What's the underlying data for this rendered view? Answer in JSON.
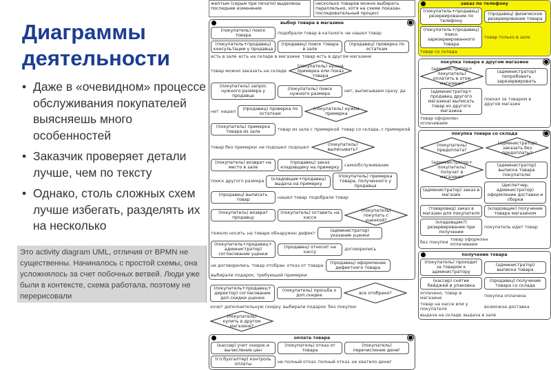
{
  "slide": {
    "title_line1": "Диаграммы",
    "title_line2": "деятельности",
    "bullets": [
      "Даже в «очевидном» процессе обслуживания покупателей выясняешь много особенностей",
      "Заказчик проверяет детали лучше, чем по тексту",
      "Однако, столь сложных схем лучше избегать, разделять их на несколько"
    ],
    "note": "Это activity diagram UML, отличия от BPMN не существенны. Начиналось с простой схемы, она усложнялось за счет побочных ветвей. Люди уже были в контексте, схема работала, поэтому не перерисовали"
  },
  "diagram": {
    "notes": [
      "желтым (серым при печати) выделены последние изменения",
      "несколько товаров можно выбирать параллельно, хотя на схеме показан последовательный процесс"
    ],
    "groups": [
      "заказ по телефону",
      "выбор товара в магазине",
      "покупка товара в другом магазине",
      "покупка товара со склада",
      "получение товара",
      "оплата товара"
    ],
    "nodes": [
      "(покупатель+продавец) резервирование по телефону",
      "(продавец) физическое резервирование товара",
      "(покупатель+продавец) поиск зарезервированного товара",
      "(покупатель) поиск товара",
      "(покупатель+продавец) консультации у продавца",
      "(продавец) поиск товара в зале",
      "(продавец) проверка по остаткам",
      "(покупатель) запрос нужного размера у продавца",
      "(покупатель) поиск нужного размера",
      "(продавец) проверка по остаткам",
      "(покупатель) примерка товара из зала",
      "(покупатель) возврат на место в зале",
      "(продавец) заказ кладовщику на примерку",
      "(кладовщик+продавец) выдача на примерку",
      "(покупатель) примерка товара, полученного у продавца",
      "(продавец) выписать товар",
      "(покупатель) возврат продавцу",
      "(покупатель) оставить на кассе",
      "(администратор) указание уценки",
      "(покупатель+продавец+ администратор) согласование уценки",
      "(продавец) относит на кассу",
      "(продавец) оформление дефектного товара",
      "(покупатель+продавец+ директор) согласование доп.скидки уценки",
      "(покупатель) просьба о доп.скидке",
      "(кассир) учет скидок и вычисление цен",
      "(покупатель) отказ от товара",
      "(покупатель) перечисление денег",
      "(гл.бухгалтер) контроль оплаты",
      "(администратор) попробовать зарезервировать",
      "(администратор+ продавец другого магазина) выписать товар из другого магазина",
      "(администратор) выписка товара покупателю",
      "(администратор) заказ в магазин",
      "(диспетчер, администратор) оформление доставки и сборки",
      "(товаровед) заказ в магазин для покупателя",
      "(кладовщик) получение товара магазином",
      "(кладовщик?) резервирование при получении",
      "(покупатель) проходит за товаром к администратору",
      "(администратор) выписка товара",
      "(кассир) снятие бейджей и упаковка",
      "(продавец) получение товара со склада"
    ],
    "decisions": [
      "(покупатель) нужна примерка или показ товара",
      "(покупатель) нужна примерка",
      "(покупатель) выписывать?",
      "(покупатель) покупать с уценкой?",
      "все отобрано?",
      "(покупатель) купить в другом магазине?",
      "(администратор+ покупатель) оплатить в этом магазине?",
      "(покупатель) предоплата?",
      "(администратор) заказать без предоплаты?",
      "(администратор+ покупатель) получат в магазине?"
    ],
    "labels": [
      "товар только в зале",
      "товар со склада",
      "подобрали товар в каталоге",
      "не нашел товар",
      "есть в зале",
      "есть на складе в магазине",
      "товар есть в другом магазине",
      "товар можно заказать на складе",
      "товар из зала с примеркой",
      "товар со склада, с примеркой",
      "товар без примерки",
      "нет, выписываем сразу",
      "да",
      "нет",
      "нашел",
      "не подошел",
      "подошел",
      "самообслуживание",
      "тяжело носить",
      "на товаре обнаружен дефект",
      "договорились",
      "не договорились",
      "товар отобран",
      "отказ от товара",
      "хочет дополнительную скидку",
      "выбирали подарок",
      "без покупки",
      "поехал за товаром в другой магазин",
      "товар оформлен оплачиваем",
      "покупатель идет товар",
      "без покупки",
      "товар оформлен оплачиваем",
      "оплачено, товар в магазине",
      "покупка оплачена",
      "товар на кассе или у покупателя",
      "возможна доставка",
      "выдача на складе",
      "выдача в зале",
      "не полный отказ",
      "полный отказ",
      "не хватило денег",
      "поиск другого размера",
      "выбирали подарок, требующий примерки",
      "нашел товар",
      "подобрали товар"
    ]
  }
}
